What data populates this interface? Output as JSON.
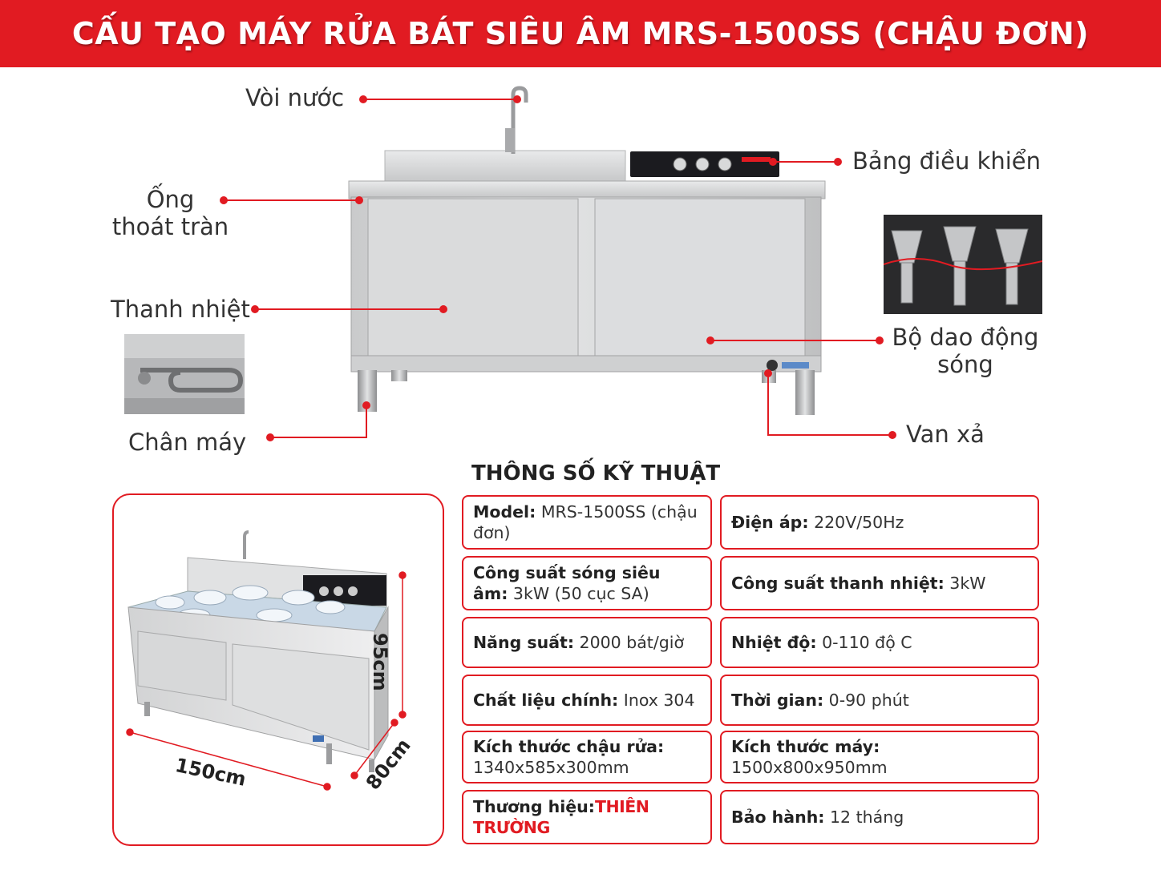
{
  "title": "CẤU TẠO MÁY RỬA BÁT SIÊU ÂM MRS-1500SS (CHẬU ĐƠN)",
  "labels": {
    "faucet": "Vòi nước",
    "overflow_line1": "Ống",
    "overflow_line2": "thoát tràn",
    "heater": "Thanh nhiệt",
    "legs": "Chân máy",
    "control_panel": "Bảng điều khiển",
    "transducer_line1": "Bộ dao động",
    "transducer_line2": "sóng",
    "drain_valve": "Van xả"
  },
  "colors": {
    "accent": "#e11b22",
    "steel": "#d9dadb",
    "panel": "#1b1b1f"
  },
  "specs": {
    "title": "THÔNG SỐ KỸ THUẬT",
    "left": [
      {
        "key": "Model:",
        "value": " MRS-1500SS (chậu đơn)"
      },
      {
        "key": "Công suất sóng siêu âm:",
        "value": " 3kW (50 cục SA)"
      },
      {
        "key": "Năng suất:",
        "value": " 2000 bát/giờ"
      },
      {
        "key": "Chất liệu chính:",
        "value": " Inox 304"
      },
      {
        "key": "Kích thước chậu rửa:",
        "value": " 1340x585x300mm"
      },
      {
        "key": "Thương hiệu:",
        "value": "THIÊN TRƯỜNG"
      }
    ],
    "right": [
      {
        "key": "Điện áp:",
        "value": " 220V/50Hz"
      },
      {
        "key": "Công suất thanh nhiệt:",
        "value": " 3kW"
      },
      {
        "key": "Nhiệt độ:",
        "value": " 0-110 độ C"
      },
      {
        "key": "Thời gian:",
        "value": " 0-90 phút"
      },
      {
        "key": "Kích thước máy:",
        "value": " 1500x800x950mm"
      },
      {
        "key": "Bảo hành:",
        "value": " 12 tháng"
      }
    ]
  },
  "dimensions": {
    "height": "95cm",
    "width": "150cm",
    "depth": "80cm"
  }
}
